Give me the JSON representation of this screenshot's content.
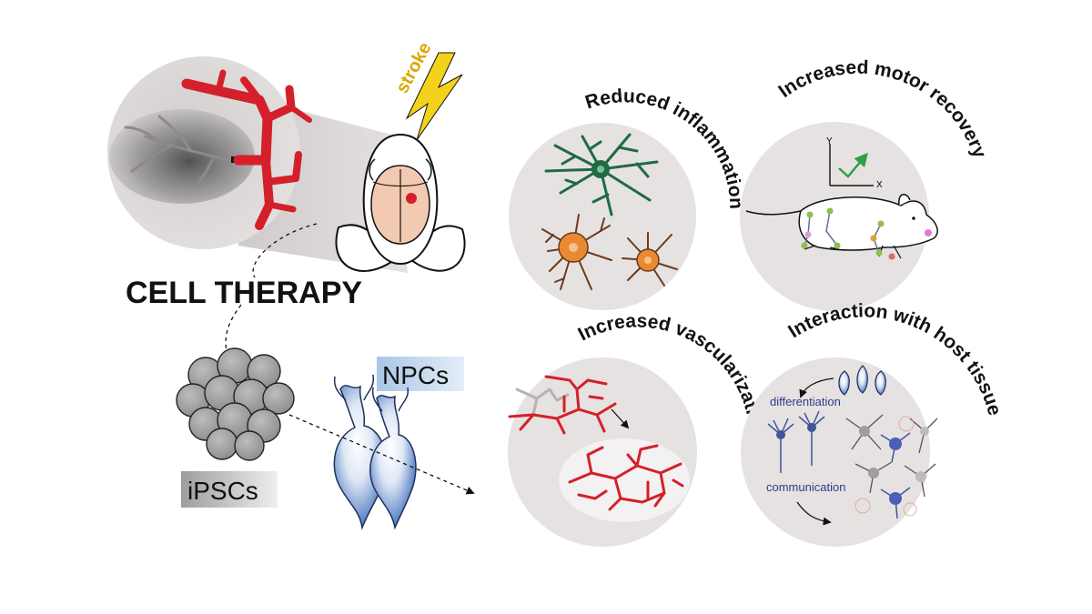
{
  "title": "CELL THERAPY",
  "stroke_label": "stroke",
  "labels": {
    "npcs": "NPCs",
    "ipscs": "iPSCs",
    "differentiation": "differentiation",
    "communication": "communication"
  },
  "panels": {
    "inflammation": "Reduced inflammation",
    "motor": "Increased motor recovery",
    "vascular": "Increased vascularization",
    "host": "Interaction with host tissue"
  },
  "axes": {
    "y": "Y",
    "x": "X"
  },
  "colors": {
    "circle_fill": "#e6e2e1",
    "vessel_red": "#d4202a",
    "microglia_green": "#1f6b44",
    "astro_orange": "#e98a33",
    "npc_blue": "#4d79c0",
    "npc_badge": "#c8dbef",
    "ipsc_gray": "#9a9a9a",
    "text_blue": "#2e3a8c",
    "bolt_yellow": "#f3d21b"
  }
}
